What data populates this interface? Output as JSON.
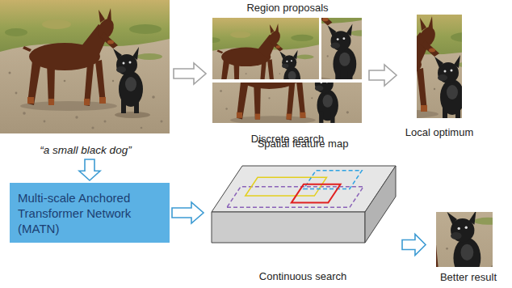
{
  "diagram": {
    "nodes": [
      {
        "text": [
          "“a small black dog”"
        ]
      },
      {
        "text": [
          "Region proposals",
          "Discrete search"
        ]
      },
      {
        "text": [
          "Local optimum"
        ]
      },
      {
        "text": [
          "Multi-scale Anchored Transformer Network (MATN)"
        ]
      },
      {
        "text": [
          "Spatial feature map",
          "Continuous search"
        ]
      },
      {
        "text": [
          "Better result"
        ]
      }
    ],
    "edges": [
      {
        "from": 0,
        "to": 1,
        "arrow": "to"
      },
      {
        "from": 1,
        "to": 2,
        "arrow": "to"
      },
      {
        "from": 0,
        "to": 3,
        "arrow": "to"
      },
      {
        "from": 3,
        "to": 4,
        "arrow": "to"
      },
      {
        "from": 4,
        "to": 5,
        "arrow": "to"
      }
    ]
  }
}
